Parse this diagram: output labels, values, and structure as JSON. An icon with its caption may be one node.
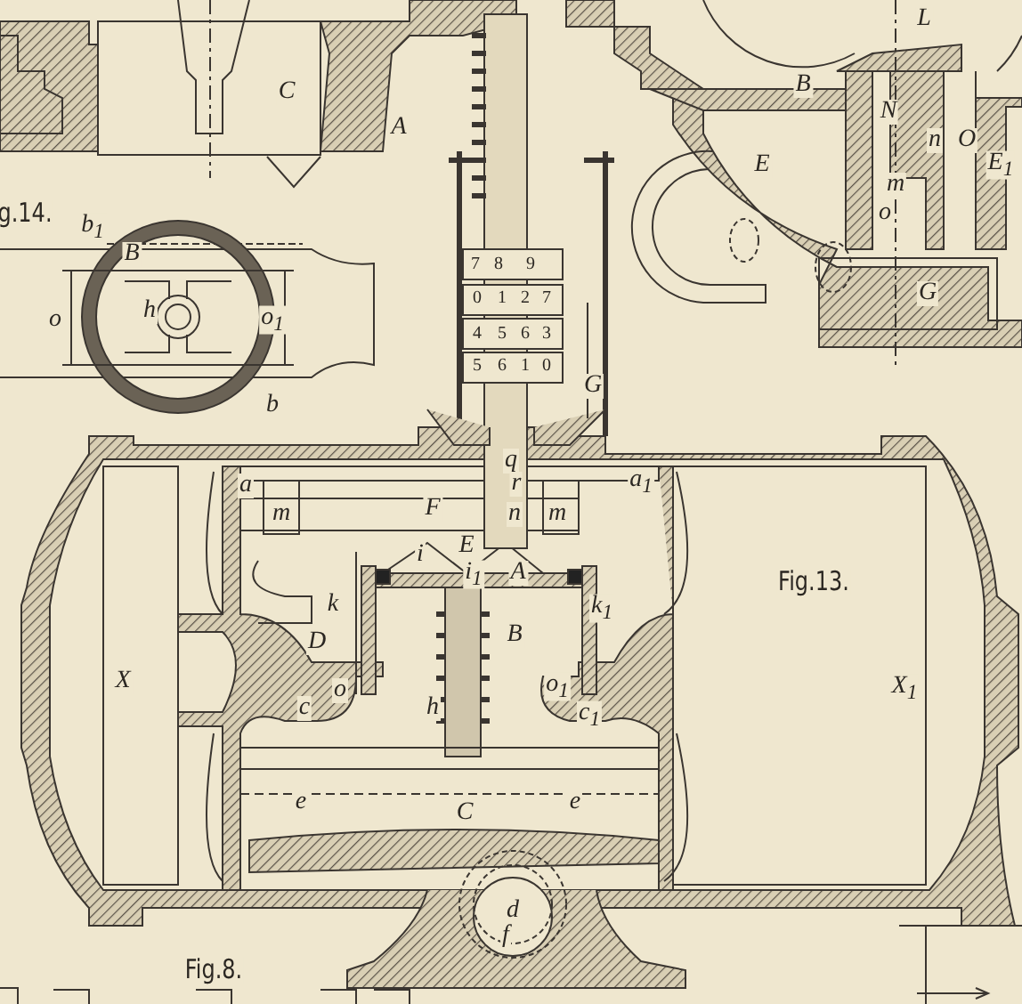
{
  "diagram": {
    "labels": [
      "C",
      "A",
      "L",
      "B",
      "N",
      "n",
      "O",
      "E",
      "E$_{1}$",
      "m",
      "o",
      "G",
      "g.14.",
      "b$_{1}$",
      "B",
      "h",
      "o",
      "o$_{1}$",
      "b",
      "7",
      "8",
      "9",
      "0",
      "1",
      "2",
      "7",
      "4",
      "5",
      "6",
      "3",
      "5",
      "6",
      "1",
      "0",
      "G",
      "a",
      "m",
      "F",
      "q",
      "r",
      "n",
      "m",
      "a$_{1}$",
      "E",
      "i",
      "i$_{1}$",
      "A",
      "k",
      "k$_{1}$",
      "D",
      "B",
      "X",
      "o",
      "c",
      "h",
      "o$_{1}$",
      "c$_{1}$",
      "X$_{1}$",
      "Fig.13.",
      "e",
      "C",
      "e",
      "d",
      "f",
      "Fig.8."
    ]
  }
}
